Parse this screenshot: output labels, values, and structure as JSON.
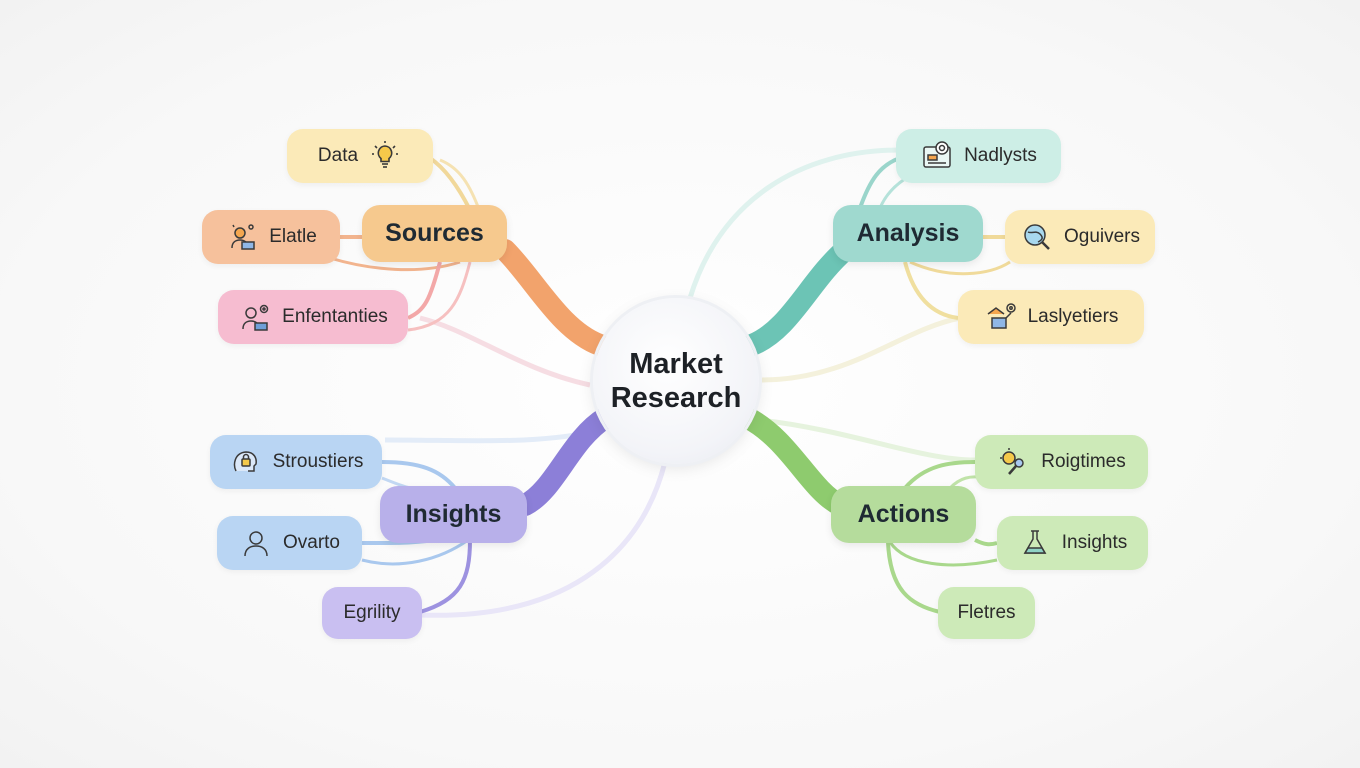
{
  "center": {
    "line1": "Market",
    "line2": "Research"
  },
  "categories": {
    "sources": {
      "label": "Sources",
      "color": "#f6c98e"
    },
    "analysis": {
      "label": "Analysis",
      "color": "#9fd9cf"
    },
    "insights": {
      "label": "Insights",
      "color": "#b8b0ea"
    },
    "actions": {
      "label": "Actions",
      "color": "#b5dc9c"
    }
  },
  "sources_items": [
    {
      "label": "Data",
      "icon": "lightbulb-icon"
    },
    {
      "label": "Elatle",
      "icon": "person-ideas-icon"
    },
    {
      "label": "Enfentanties",
      "icon": "person-gear-icon"
    }
  ],
  "analysis_items": [
    {
      "label": "Nadlysts",
      "icon": "dashboard-icon"
    },
    {
      "label": "Oguivers",
      "icon": "globe-search-icon"
    },
    {
      "label": "Laslyetiers",
      "icon": "analyst-gear-icon"
    }
  ],
  "insights_items": [
    {
      "label": "Stroustiers",
      "icon": "head-lock-icon"
    },
    {
      "label": "Ovarto",
      "icon": "person-icon"
    },
    {
      "label": "Egrility",
      "icon": ""
    }
  ],
  "actions_items": [
    {
      "label": "Roigtimes",
      "icon": "idea-search-icon"
    },
    {
      "label": "Insights",
      "icon": "flask-icon"
    },
    {
      "label": "Fletres",
      "icon": ""
    }
  ],
  "colors": {
    "sources_branch": "#f2a36c",
    "analysis_branch": "#6cc4b5",
    "insights_branch": "#8c7fd8",
    "actions_branch": "#8ecb6e",
    "pill_yellow": "#fbeab8",
    "pill_orange": "#f6c19c",
    "pill_pink": "#f6bcd0",
    "pill_teal": "#cdeee6",
    "pill_blue": "#b9d5f3",
    "pill_purple": "#c9bff1",
    "pill_green": "#cdeab8"
  }
}
